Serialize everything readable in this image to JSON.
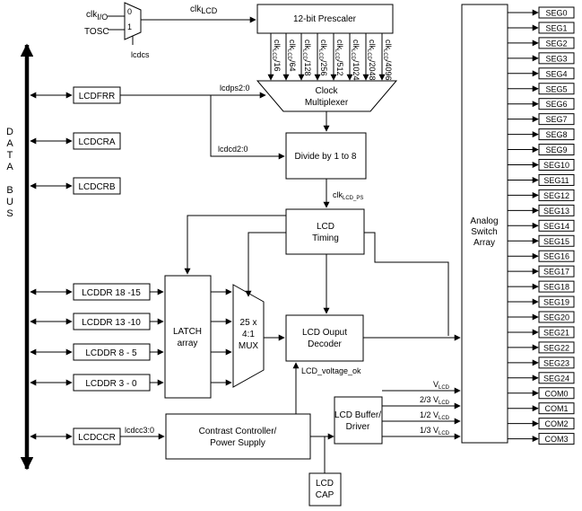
{
  "data_bus": {
    "letters": [
      "D",
      "A",
      "T",
      "A",
      "",
      "B",
      "U",
      "S"
    ]
  },
  "mux2": {
    "input0": "clk",
    "input0_sub": "I/O",
    "input1": "TOSC",
    "select": "lcdcs",
    "bit0": "0",
    "bit1": "1"
  },
  "clk_lcd": {
    "main": "clk",
    "sub": "LCD"
  },
  "prescaler": {
    "label": "12-bit Prescaler"
  },
  "taps": [
    {
      "main": "clk",
      "sub": "LCD",
      "div": "/16"
    },
    {
      "main": "clk",
      "sub": "LCD",
      "div": "/64"
    },
    {
      "main": "clk",
      "sub": "LCD",
      "div": "/128"
    },
    {
      "main": "clk",
      "sub": "LCD",
      "div": "/256"
    },
    {
      "main": "clk",
      "sub": "LCD",
      "div": "/512"
    },
    {
      "main": "clk",
      "sub": "LCD",
      "div": "/1024"
    },
    {
      "main": "clk",
      "sub": "LCD",
      "div": "/2048"
    },
    {
      "main": "clk",
      "sub": "LCD",
      "div": "/4096"
    }
  ],
  "clock_mux": {
    "line1": "Clock",
    "line2": "Multiplexer"
  },
  "signals": {
    "lcdps": "lcdps2:0",
    "lcdcd": "lcdcd2:0",
    "lcdcc": "lcdcc3:0",
    "clk_ps_main": "clk",
    "clk_ps_sub": "LCD_PS",
    "voltage_ok": "LCD_voltage_ok"
  },
  "divide": {
    "label": "Divide  by 1 to 8"
  },
  "lcd_timing": {
    "line1": "LCD",
    "line2": "Timing"
  },
  "registers": {
    "lcdfrr": "LCDFRR",
    "lcdcra": "LCDCRA",
    "lcdcrb": "LCDCRB",
    "lcddr_a": "LCDDR 18 -15",
    "lcddr_b": "LCDDR 13 -10",
    "lcddr_c": "LCDDR 8 - 5",
    "lcddr_d": "LCDDR 3 - 0",
    "lcdccr": "LCDCCR"
  },
  "latch": {
    "line1": "LATCH",
    "line2": "array"
  },
  "mux25": {
    "line1": "25 x",
    "line2": "4:1",
    "line3": "MUX"
  },
  "decoder": {
    "line1": "LCD Ouput",
    "line2": "Decoder"
  },
  "contrast": {
    "line1": "Contrast Controller/",
    "line2": "Power Supply"
  },
  "buffer": {
    "line1": "LCD Buffer/",
    "line2": "Driver"
  },
  "cap": {
    "line1": "LCD",
    "line2": "CAP"
  },
  "switch_array": {
    "line1": "Analog",
    "line2": "Switch",
    "line3": "Array"
  },
  "vlcd": [
    {
      "prefix": "",
      "main": "V",
      "sub": "LCD"
    },
    {
      "prefix": "2/3 ",
      "main": "V",
      "sub": "LCD"
    },
    {
      "prefix": "1/2 ",
      "main": "V",
      "sub": "LCD"
    },
    {
      "prefix": "1/3 ",
      "main": "V",
      "sub": "LCD"
    }
  ],
  "outputs": [
    "SEG0",
    "SEG1",
    "SEG2",
    "SEG3",
    "SEG4",
    "SEG5",
    "SEG6",
    "SEG7",
    "SEG8",
    "SEG9",
    "SEG10",
    "SEG11",
    "SEG12",
    "SEG13",
    "SEG14",
    "SEG15",
    "SEG16",
    "SEG17",
    "SEG18",
    "SEG19",
    "SEG20",
    "SEG21",
    "SEG22",
    "SEG23",
    "SEG24",
    "COM0",
    "COM1",
    "COM2",
    "COM3"
  ]
}
